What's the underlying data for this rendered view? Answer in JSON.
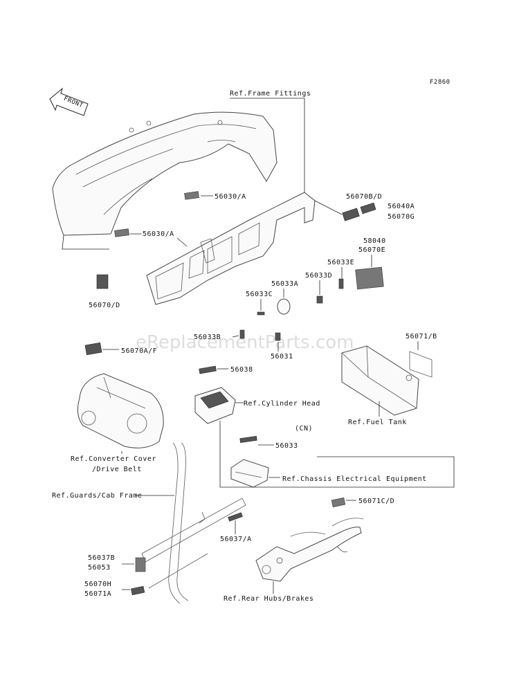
{
  "diagram": {
    "code": "F2860",
    "watermark": "eReplacementParts.com",
    "front_arrow": "FRONT",
    "callouts": {
      "ref_frame_fittings": "Ref.Frame Fittings",
      "p56070b_d": "56070B/D",
      "p56040a": "56040A",
      "p56070g": "56070G",
      "p56030a_top": "56030/A",
      "p56030a_mid": "56030/A",
      "p58040": "58040",
      "p56070e": "56070E",
      "p56033e": "56033E",
      "p56033a": "56033A",
      "p56033d": "56033D",
      "p56033c": "56033C",
      "p56070d": "56070/D",
      "p56033b": "56033B",
      "p56031": "56031",
      "p56071b": "56071/B",
      "p56070a_f": "56070A/F",
      "p56038": "56038",
      "ref_cylinder_head": "Ref.Cylinder Head",
      "ref_fuel_tank": "Ref.Fuel Tank",
      "cn": "(CN)",
      "p56033": "56033",
      "ref_converter_cover": "Ref.Converter Cover",
      "drive_belt": "/Drive Belt",
      "ref_chassis_electrical": "Ref.Chassis Electrical Equipment",
      "ref_guards_cab_frame": "Ref.Guards/Cab Frame",
      "p56071d": "56071C/D",
      "p56037a": "56037/A",
      "p56037b": "56037B",
      "p56053": "56053",
      "p56070h": "56070H",
      "p56071a": "56071A",
      "ref_rear_hubs_brakes": "Ref.Rear Hubs/Brakes"
    }
  }
}
